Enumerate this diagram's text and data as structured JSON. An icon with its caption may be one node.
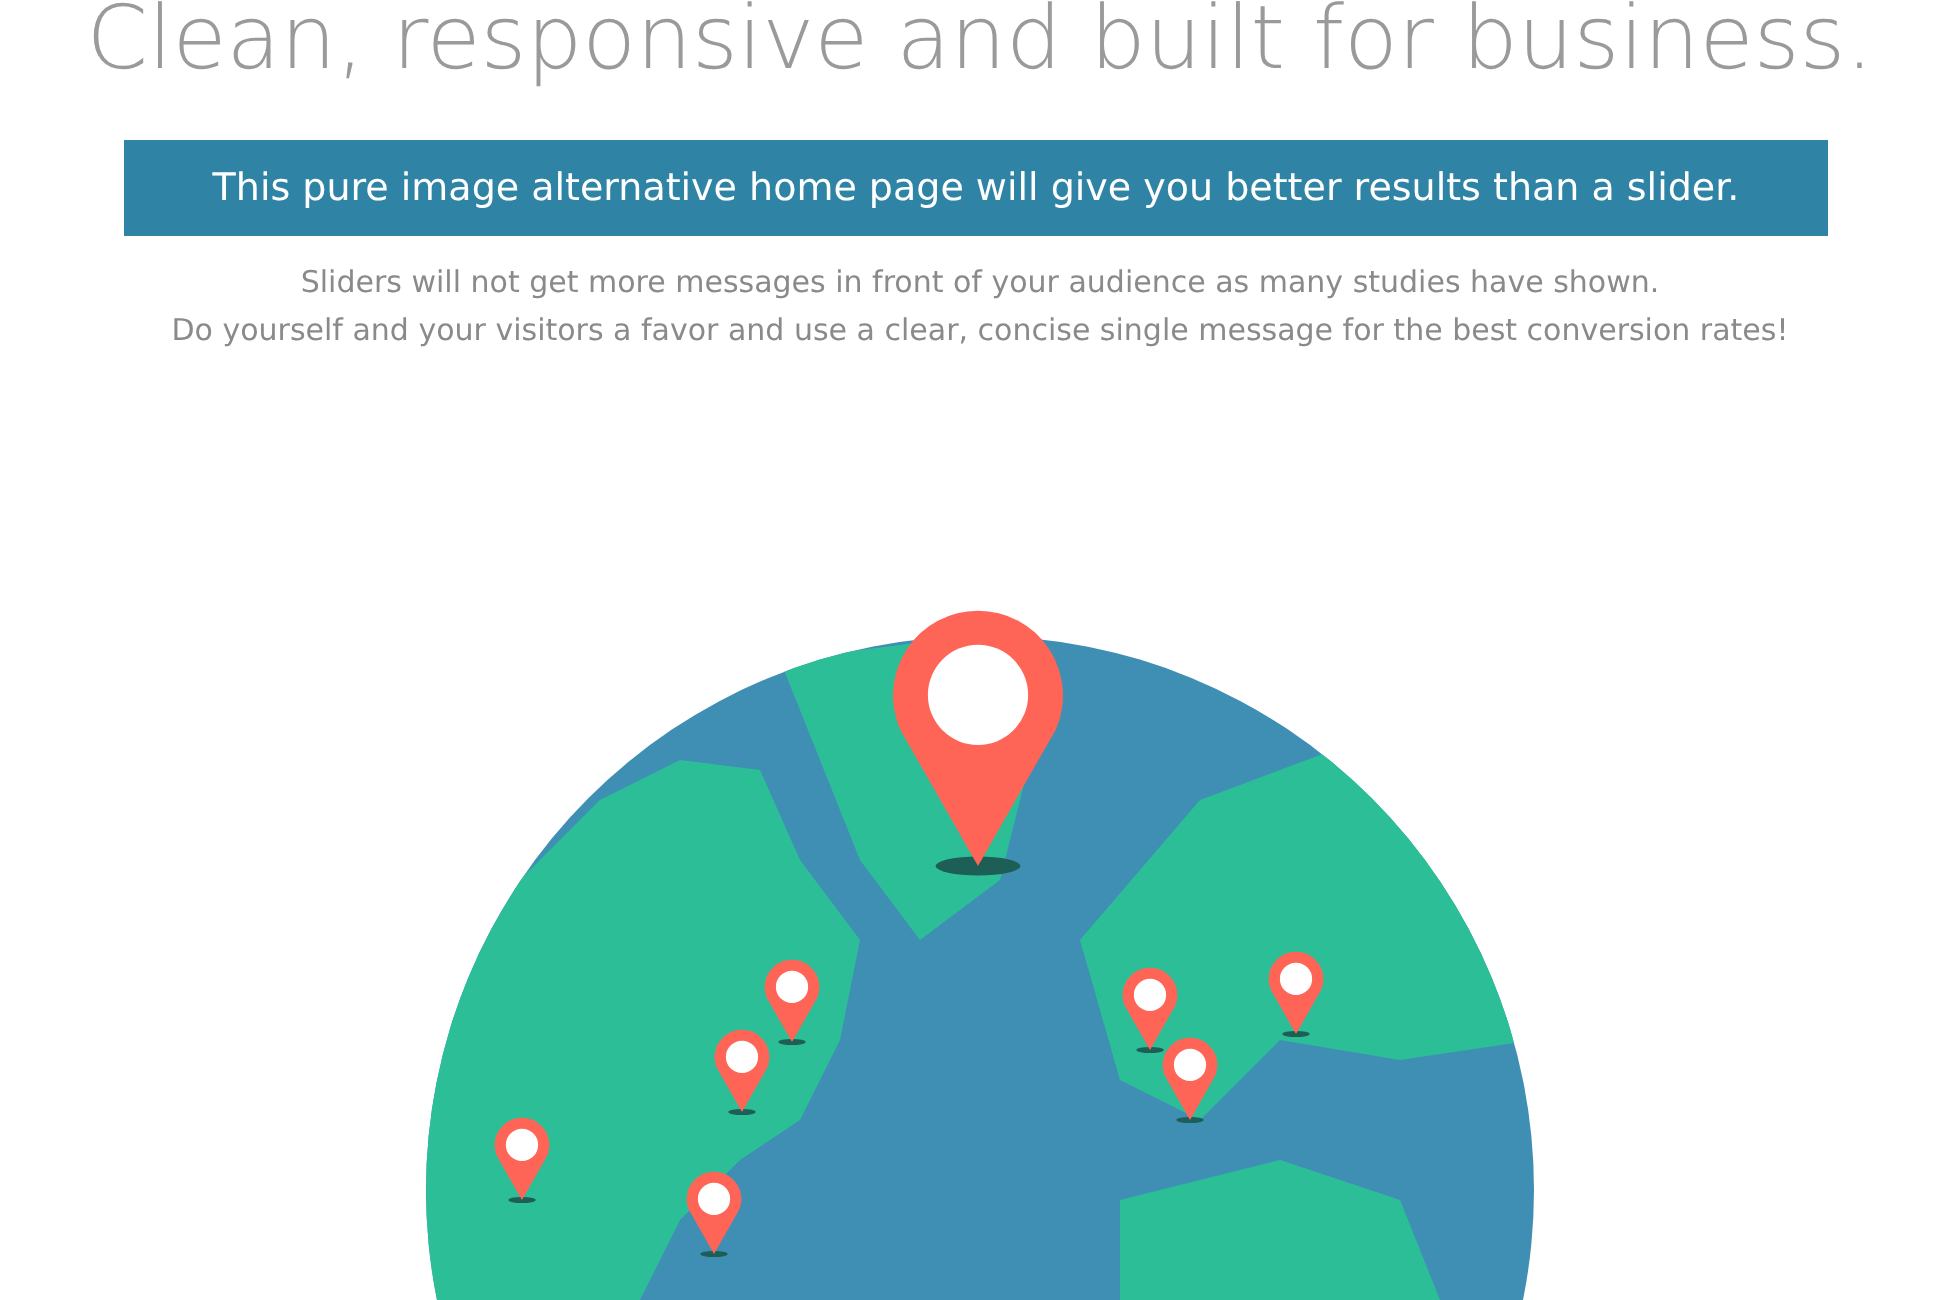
{
  "diagram": {
    "title": "Clean, responsive and built for business.",
    "labels": [
      "This pure image alternative home page will give you better results than a slider.",
      "Sliders will not get more messages in front of your audience as many studies have shown.",
      "Do yourself and your visitors a favor and use a clear, concise single message for the best conversion rates!"
    ]
  }
}
